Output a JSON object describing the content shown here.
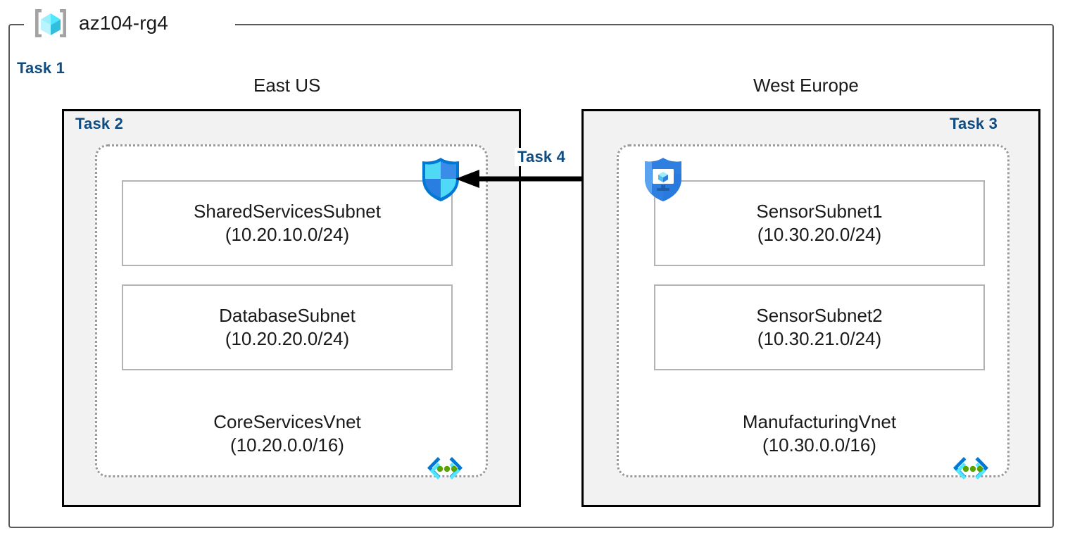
{
  "resource_group": {
    "name": "az104-rg4",
    "icon": "resource-group-cube-icon"
  },
  "tasks": {
    "task1": "Task 1",
    "task2": "Task 2",
    "task3": "Task 3",
    "task4": "Task 4"
  },
  "regions": [
    {
      "label": "East US"
    },
    {
      "label": "West Europe"
    }
  ],
  "vnets": [
    {
      "name": "CoreServicesVnet",
      "cidr": "(10.20.0.0/16)",
      "region": "East US",
      "task": "Task 2",
      "icon": "vnet-brackets-icon",
      "subnets": [
        {
          "name": "SharedServicesSubnet",
          "cidr": "(10.20.10.0/24)"
        },
        {
          "name": "DatabaseSubnet",
          "cidr": "(10.20.20.0/24)"
        }
      ]
    },
    {
      "name": "ManufacturingVnet",
      "cidr": "(10.30.0.0/16)",
      "region": "West Europe",
      "task": "Task 3",
      "icon": "vnet-brackets-icon",
      "subnets": [
        {
          "name": "SensorSubnet1",
          "cidr": "(10.30.20.0/24)"
        },
        {
          "name": "SensorSubnet2",
          "cidr": "(10.30.21.0/24)"
        }
      ]
    }
  ],
  "icons": {
    "firewall_shield": "security-shield-icon",
    "defender_vm_shield": "defender-vm-shield-icon",
    "peering_arrow": "left-arrow-icon"
  },
  "colors": {
    "task_label": "#0f4c81",
    "region_fill": "#f2f2f2",
    "region_border": "#000000",
    "vnet_border": "#9a9a9a",
    "subnet_border": "#b3b3b3",
    "frame_border": "#595959",
    "cube_cyan": "#50e6ff",
    "cube_blue": "#32bedd",
    "shield_cyan": "#50d9f5",
    "shield_blue": "#2f7fe0",
    "vnet_dot_green": "#57a300",
    "arrow": "#000000"
  }
}
